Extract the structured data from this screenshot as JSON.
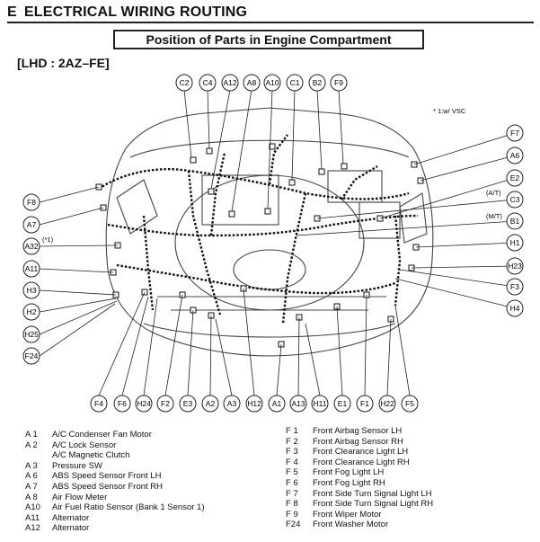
{
  "section": {
    "letter": "E",
    "title": "ELECTRICAL WIRING ROUTING"
  },
  "subtitle": "Position of Parts in Engine Compartment",
  "variant": "[LHD : 2AZ–FE]",
  "notes": {
    "vsc": "* 1:w/ VSC",
    "at": "(A/T)",
    "mt": "(M/T)",
    "star1": "(*1)"
  },
  "callouts": {
    "c2": "C2",
    "c4": "C4",
    "a12": "A12",
    "a8": "A8",
    "a10": "A10",
    "c1": "C1",
    "b2": "B2",
    "f9": "F9",
    "f7": "F7",
    "a6": "A6",
    "e2": "E2",
    "c3": "C3",
    "b1": "B1",
    "h1": "H1",
    "h23": "H23",
    "f3": "F3",
    "h4": "H4",
    "f8": "F8",
    "a7": "A7",
    "a32": "A32",
    "a11": "A11",
    "h3": "H3",
    "h2": "H2",
    "h25": "H25",
    "f24": "F24",
    "f4": "F4",
    "f6": "F6",
    "h24": "H24",
    "f2": "F2",
    "e3": "E3",
    "a2": "A2",
    "a3": "A3",
    "h12": "H12",
    "a1": "A1",
    "a13": "A13",
    "h11": "H11",
    "e1": "E1",
    "f1": "F1",
    "h22": "H22",
    "f5": "F5"
  },
  "legend_left": [
    {
      "code": "A  1",
      "name": "A/C Condenser Fan Motor"
    },
    {
      "code": "A  2",
      "name": "A/C Lock Sensor"
    },
    {
      "code": "",
      "name": "A/C Magnetic Clutch"
    },
    {
      "code": "A  3",
      "name": "Pressure SW"
    },
    {
      "code": "A  6",
      "name": "ABS Speed Sensor Front LH"
    },
    {
      "code": "A  7",
      "name": "ABS Speed Sensor Front RH"
    },
    {
      "code": "A  8",
      "name": "Air Flow Meter"
    },
    {
      "code": "A10",
      "name": "Air Fuel Ratio Sensor (Bank 1 Sensor 1)"
    },
    {
      "code": "A11",
      "name": "Alternator"
    },
    {
      "code": "A12",
      "name": "Alternator"
    }
  ],
  "legend_right": [
    {
      "code": "F  1",
      "name": "Front Airbag Sensor LH"
    },
    {
      "code": "F  2",
      "name": "Front Airbag Sensor RH"
    },
    {
      "code": "F  3",
      "name": "Front Clearance Light LH"
    },
    {
      "code": "F  4",
      "name": "Front Clearance Light RH"
    },
    {
      "code": "F  5",
      "name": "Front Fog Light LH"
    },
    {
      "code": "F  6",
      "name": "Front Fog Light RH"
    },
    {
      "code": "F  7",
      "name": "Front Side Turn Signal Light LH"
    },
    {
      "code": "F  8",
      "name": "Front Side Turn Signal Light RH"
    },
    {
      "code": "F  9",
      "name": "Front Wiper Motor"
    },
    {
      "code": "F24",
      "name": "Front Washer Motor"
    }
  ]
}
